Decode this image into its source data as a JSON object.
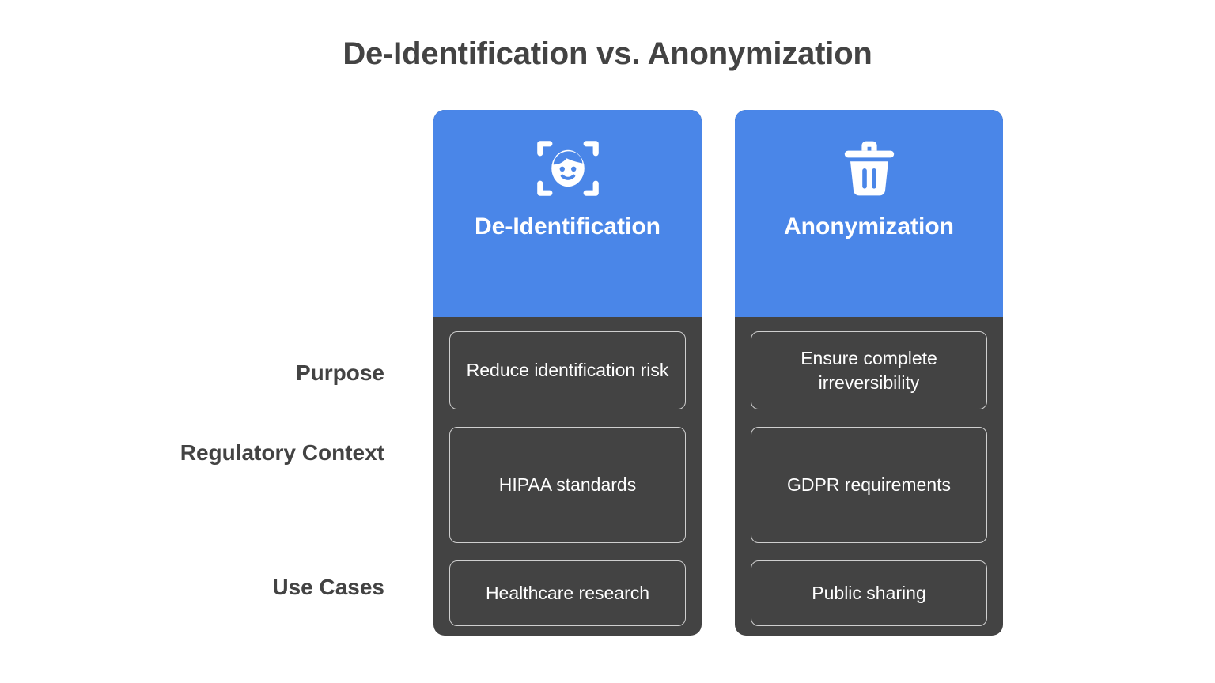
{
  "slide": {
    "title": "De-Identification vs. Anonymization",
    "background_color": "#ffffff",
    "accent_color": "#4a86e8",
    "panel_color": "#434343",
    "text_color": "#434343"
  },
  "row_labels": [
    {
      "label": "Purpose"
    },
    {
      "label": "Regulatory Context"
    },
    {
      "label": "Use Cases"
    }
  ],
  "columns": [
    {
      "title": "De-Identification",
      "icon": "face-scan-icon",
      "cells": [
        "Reduce identification risk",
        "HIPAA standards",
        "Healthcare research"
      ]
    },
    {
      "title": "Anonymization",
      "icon": "trash-icon",
      "cells": [
        "Ensure complete irreversibility",
        "GDPR requirements",
        "Public sharing"
      ]
    }
  ]
}
